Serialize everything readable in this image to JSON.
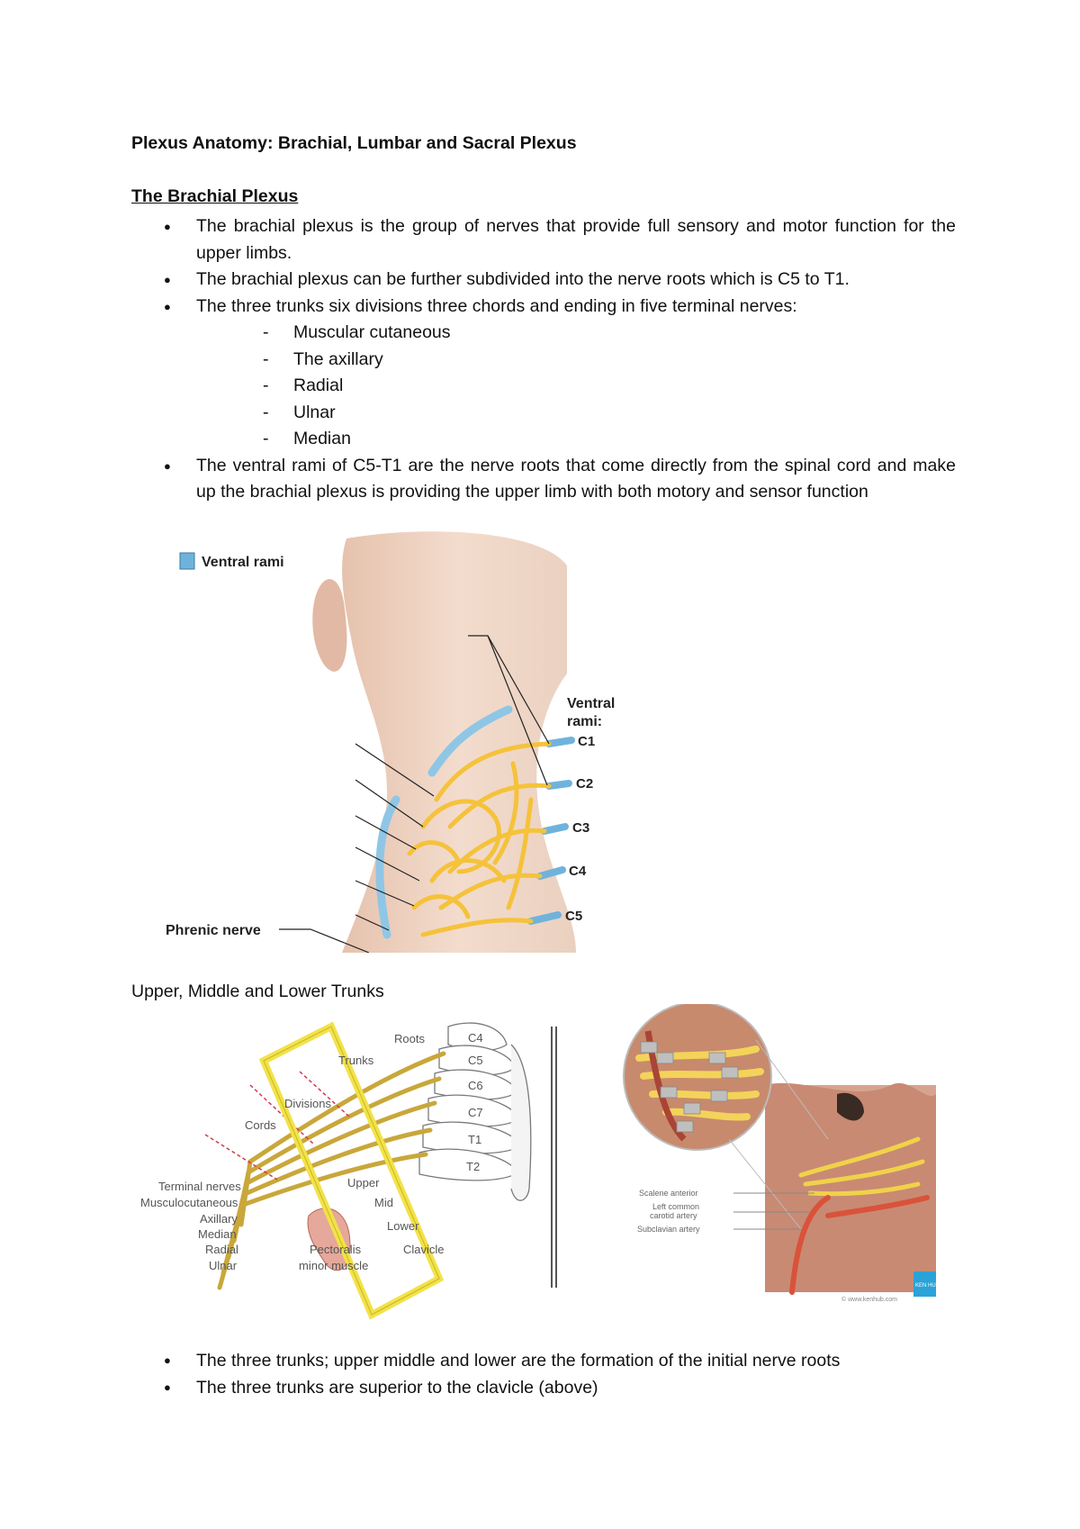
{
  "title": "Plexus Anatomy: Brachial, Lumbar and Sacral Plexus",
  "section1": {
    "heading": "The Brachial Plexus",
    "bullets": [
      "The brachial plexus is the group of nerves that provide full sensory and motor function for the upper limbs.",
      "The brachial plexus can be further subdivided into the nerve roots which is C5 to T1.",
      "The three trunks six divisions three chords and ending in five terminal nerves:"
    ],
    "terminal_nerves": [
      "Muscular cutaneous",
      "The axillary",
      "Radial",
      "Ulnar",
      "Median"
    ],
    "bullet4": "The ventral rami of C5-T1 are the nerve roots that come directly from the spinal cord and make up the brachial plexus is providing the upper limb with both motory and sensor function"
  },
  "figure1": {
    "legend": "Ventral rami",
    "label_ventral": "Ventral",
    "label_rami": "rami:",
    "levels": [
      "C1",
      "C2",
      "C3",
      "C4",
      "C5"
    ],
    "phrenic": "Phrenic nerve"
  },
  "section2": {
    "heading": "Upper, Middle and Lower Trunks"
  },
  "figure2": {
    "roots": "Roots",
    "trunks": "Trunks",
    "divisions": "Divisions",
    "cords": "Cords",
    "vertebrae": [
      "C4",
      "C5",
      "C6",
      "C7",
      "T1",
      "T2"
    ],
    "trunk_names": [
      "Upper",
      "Mid",
      "Lower"
    ],
    "terminal_header": "Terminal nerves",
    "terminals": [
      "Musculocutaneous",
      "Axillary",
      "Median",
      "Radial",
      "Ulnar"
    ],
    "pectoralis_1": "Pectoralis",
    "pectoralis_2": "minor muscle",
    "clavicle": "Clavicle"
  },
  "figure3": {
    "labels": [
      "Scalene anterior",
      "Left common",
      "carotid artery",
      "Subclavian artery"
    ],
    "credit": "© www.kenhub.com",
    "brand": "KEN HUB"
  },
  "bottom_bullets": [
    "The three trunks; upper middle and lower are the formation of the initial nerve roots",
    "The three trunks are superior to the clavicle (above)"
  ],
  "colors": {
    "nerve": "#f5c23a",
    "ventral_rami": "#6fb3dc",
    "skin": "#f0d5c4",
    "highlight_box": "#f2e24a",
    "artery": "#d9533a"
  }
}
